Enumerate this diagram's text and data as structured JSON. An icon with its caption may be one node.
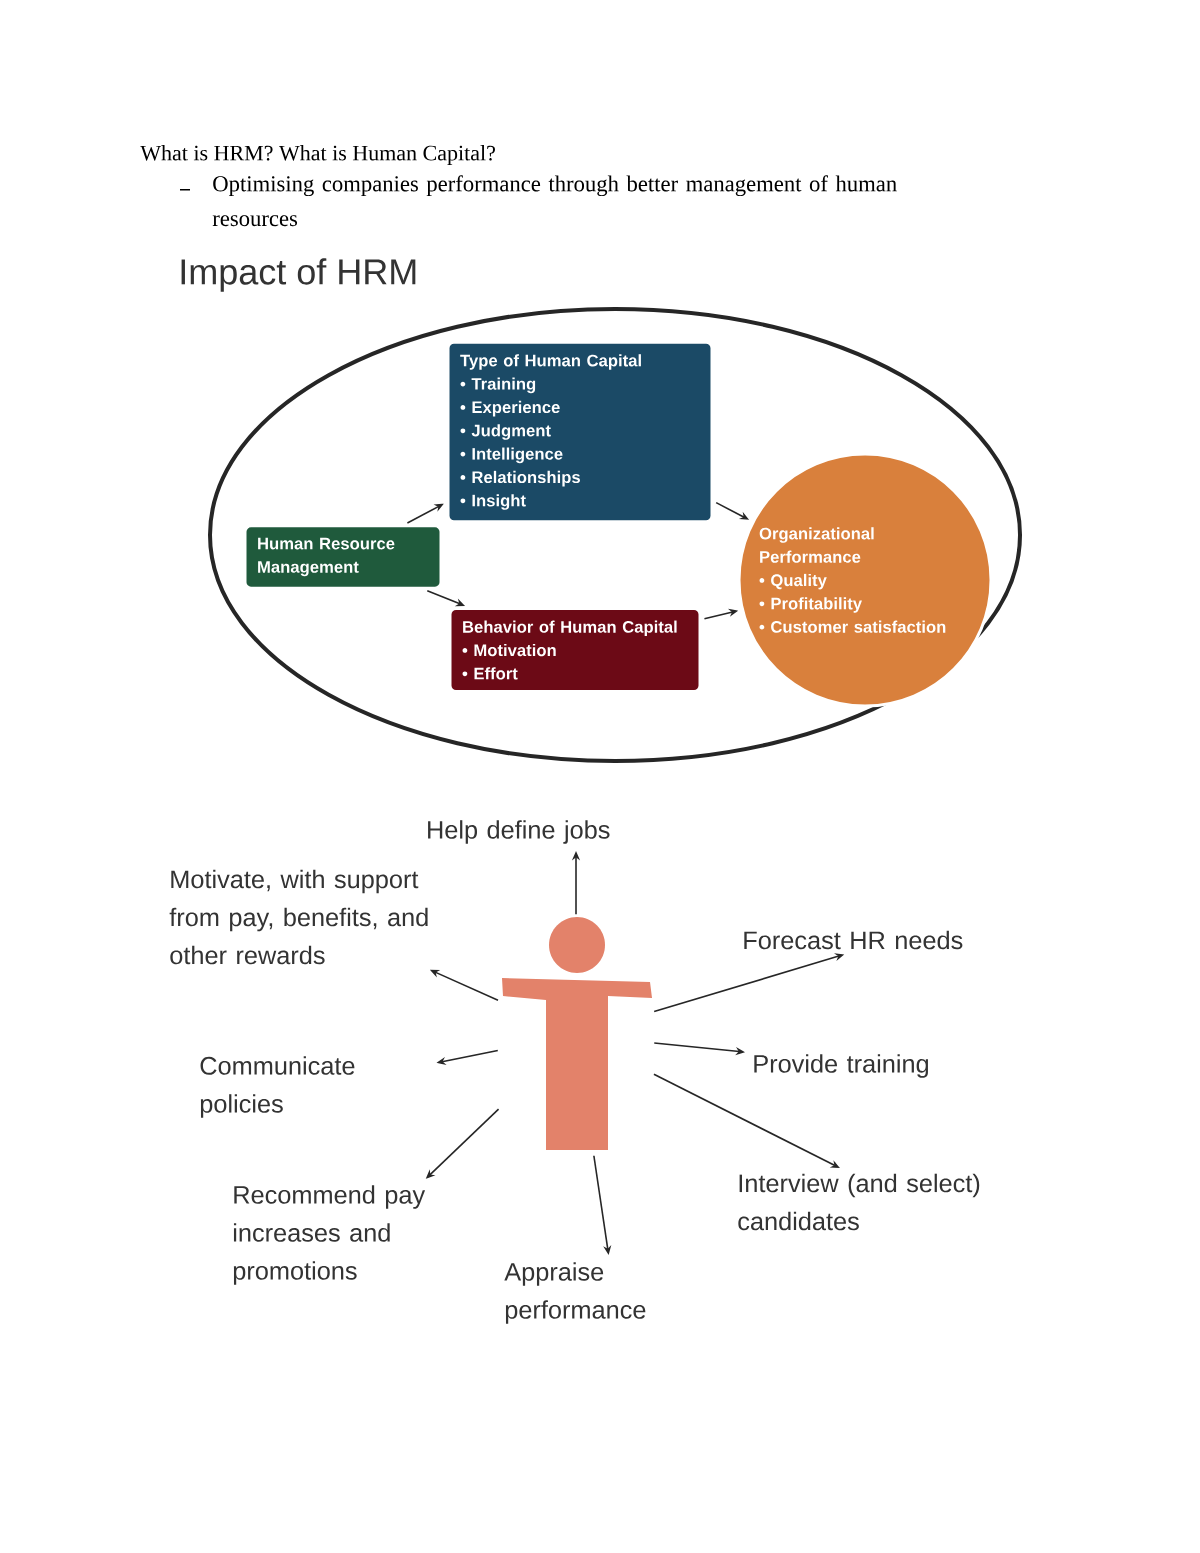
{
  "diagram": {
    "title": "Impact of HRM",
    "nodes": [
      {
        "text": [],
        "shape": "ellipse"
      },
      {
        "text": [
          "Type of Human Capital",
          "• Training",
          "• Experience",
          "• Judgment",
          "• Intelligence",
          "• Relationships",
          "• Insight"
        ],
        "in": 0
      },
      {
        "text": [
          "Human Resource Management"
        ],
        "in": 0
      },
      {
        "text": [
          "Behavior of Human Capital",
          "• Motivation",
          "• Effort"
        ],
        "in": 0
      },
      {
        "text": [
          "Organizational Performance",
          "• Quality",
          "• Profitability",
          "• Customer satisfaction"
        ],
        "in": 0
      },
      {
        "text": [],
        "shape": "person"
      },
      {
        "text": [
          "Help define jobs"
        ]
      },
      {
        "text": [
          "Motivate, with support from pay, benefits, and other rewards"
        ]
      },
      {
        "text": [
          "Forecast HR needs"
        ]
      },
      {
        "text": [
          "Communicate policies"
        ]
      },
      {
        "text": [
          "Provide training"
        ]
      },
      {
        "text": [
          "Recommend pay increases and promotions"
        ]
      },
      {
        "text": [
          "Interview (and select) candidates"
        ]
      },
      {
        "text": [
          "Appraise performance"
        ]
      }
    ],
    "edges": [
      {
        "from": 2,
        "to": 1,
        "arrow": "to"
      },
      {
        "from": 2,
        "to": 3,
        "arrow": "to"
      },
      {
        "from": 1,
        "to": 4,
        "arrow": "to"
      },
      {
        "from": 3,
        "to": 4,
        "arrow": "to"
      },
      {
        "from": 5,
        "to": 6,
        "arrow": "to"
      },
      {
        "from": 5,
        "to": 7,
        "arrow": "to"
      },
      {
        "from": 5,
        "to": 8,
        "arrow": "to"
      },
      {
        "from": 5,
        "to": 9,
        "arrow": "to"
      },
      {
        "from": 5,
        "to": 10,
        "arrow": "to"
      },
      {
        "from": 5,
        "to": 11,
        "arrow": "to"
      },
      {
        "from": 5,
        "to": 12,
        "arrow": "to"
      },
      {
        "from": 5,
        "to": 13,
        "arrow": "to"
      }
    ],
    "labels": [
      "What is HRM? What is Human Capital?",
      "Optimising companies performance through better management of human resources"
    ]
  }
}
